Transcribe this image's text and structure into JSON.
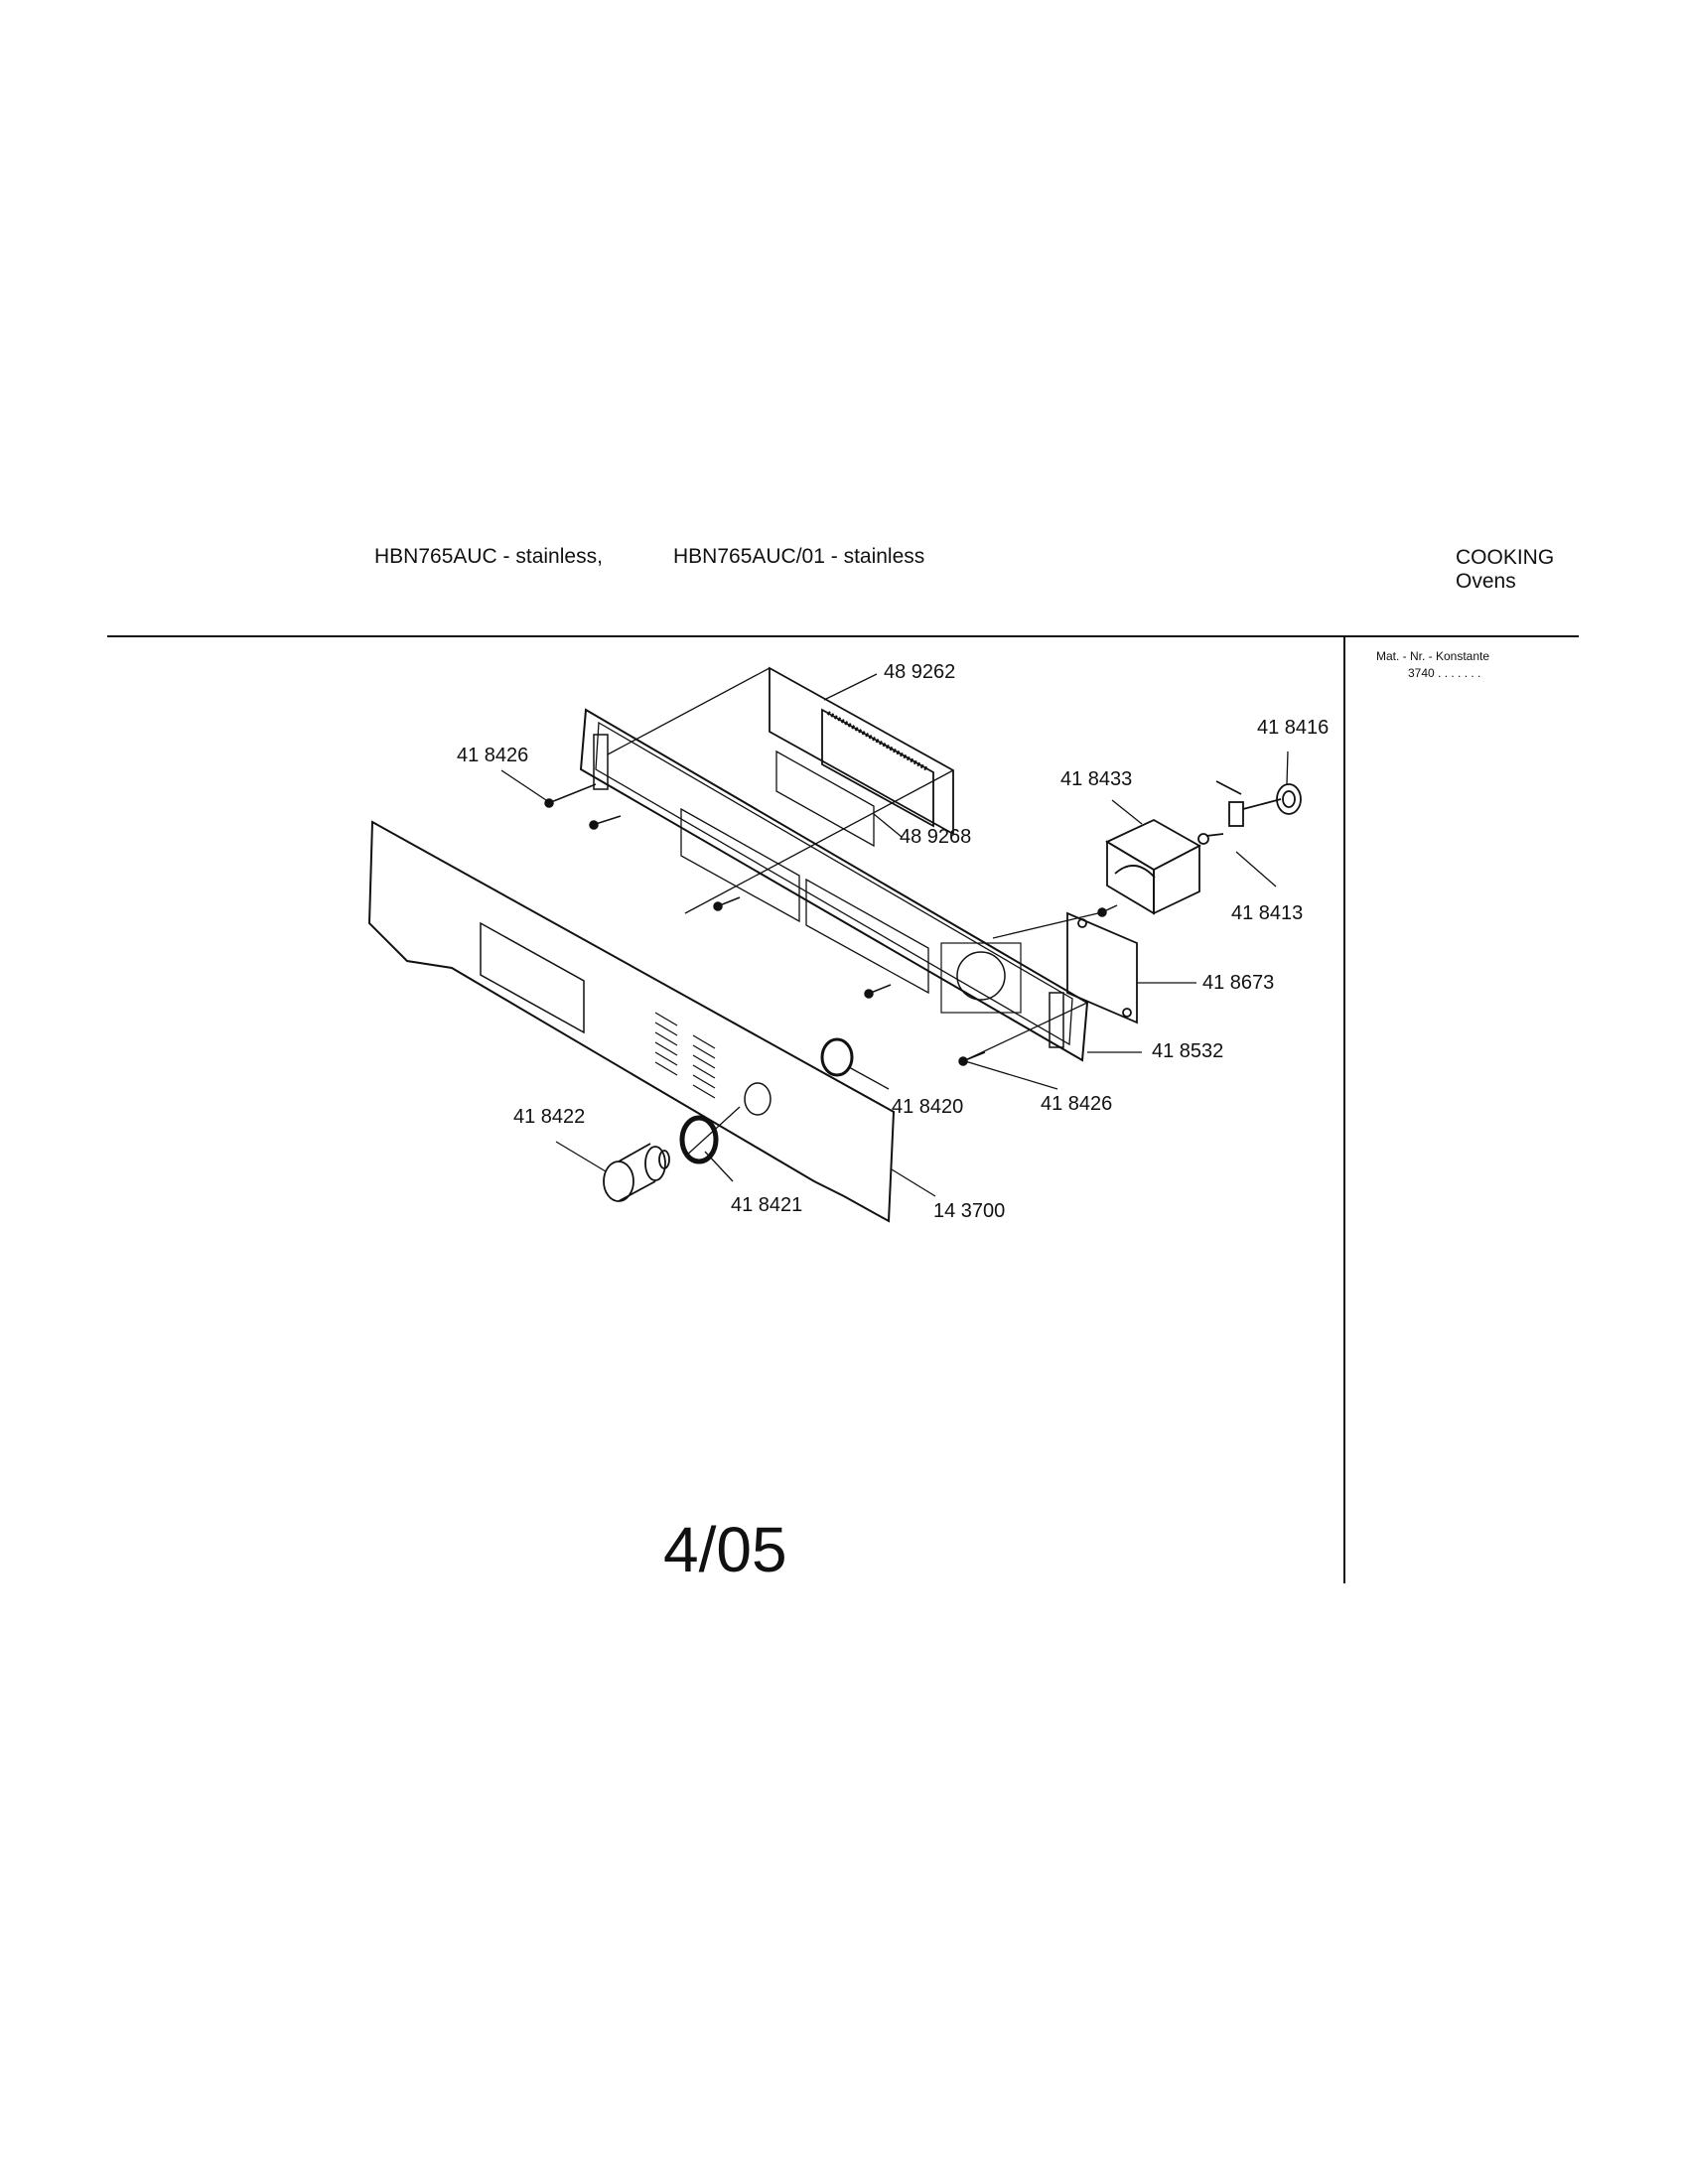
{
  "header": {
    "model_1": "HBN765AUC - stainless,",
    "model_2": "HBN765AUC/01 - stainless",
    "category": "COOKING",
    "subcategory": "Ovens"
  },
  "side_panel": {
    "mat_nr_label": "Mat. - Nr. - Konstante",
    "mat_nr_value": "3740 . .  . . . . ."
  },
  "callouts": [
    {
      "id": "c1",
      "label": "48 9262"
    },
    {
      "id": "c2",
      "label": "41 8426"
    },
    {
      "id": "c3",
      "label": "41 8416"
    },
    {
      "id": "c4",
      "label": "41 8433"
    },
    {
      "id": "c5",
      "label": "48 9268"
    },
    {
      "id": "c6",
      "label": "41 8413"
    },
    {
      "id": "c7",
      "label": "41 8673"
    },
    {
      "id": "c8",
      "label": "41 8532"
    },
    {
      "id": "c9",
      "label": "41 8420"
    },
    {
      "id": "c10",
      "label": "41 8426"
    },
    {
      "id": "c11",
      "label": "41 8422"
    },
    {
      "id": "c12",
      "label": "41 8421"
    },
    {
      "id": "c13",
      "label": "14 3700"
    }
  ],
  "footer": {
    "page_number": "4/05"
  }
}
